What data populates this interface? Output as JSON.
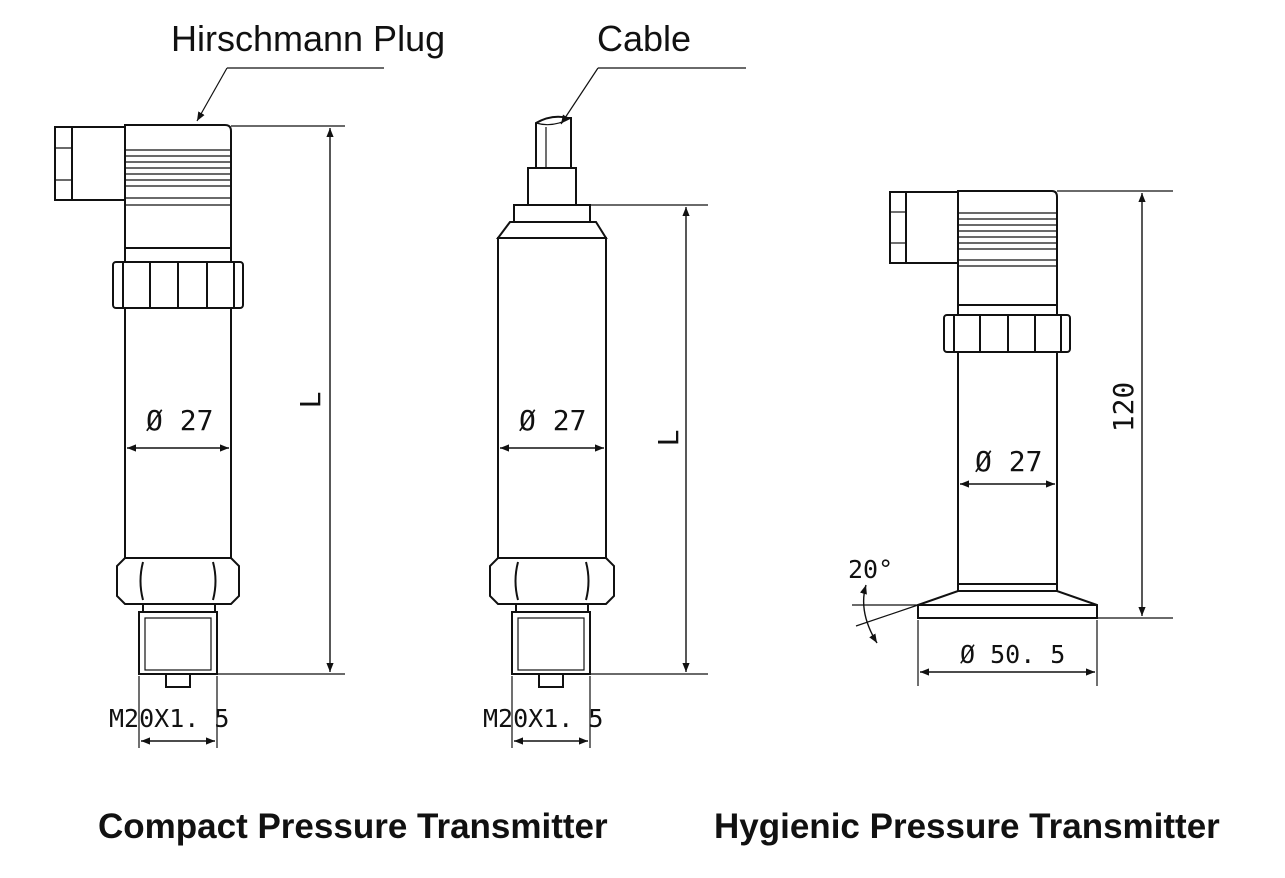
{
  "labels": {
    "hirschmann_plug": "Hirschmann Plug",
    "cable": "Cable"
  },
  "dimensions": {
    "diameter_body_1": "Ø 27",
    "diameter_body_2": "Ø 27",
    "diameter_body_3": "Ø 27",
    "length_1": "L",
    "length_2": "L",
    "height_hygienic": "120",
    "thread_1": "M20X1. 5",
    "thread_2": "M20X1. 5",
    "angle": "20°",
    "flange_diameter": "Ø 50. 5"
  },
  "titles": {
    "compact": "Compact Pressure Transmitter",
    "hygienic": "Hygienic Pressure Transmitter"
  }
}
